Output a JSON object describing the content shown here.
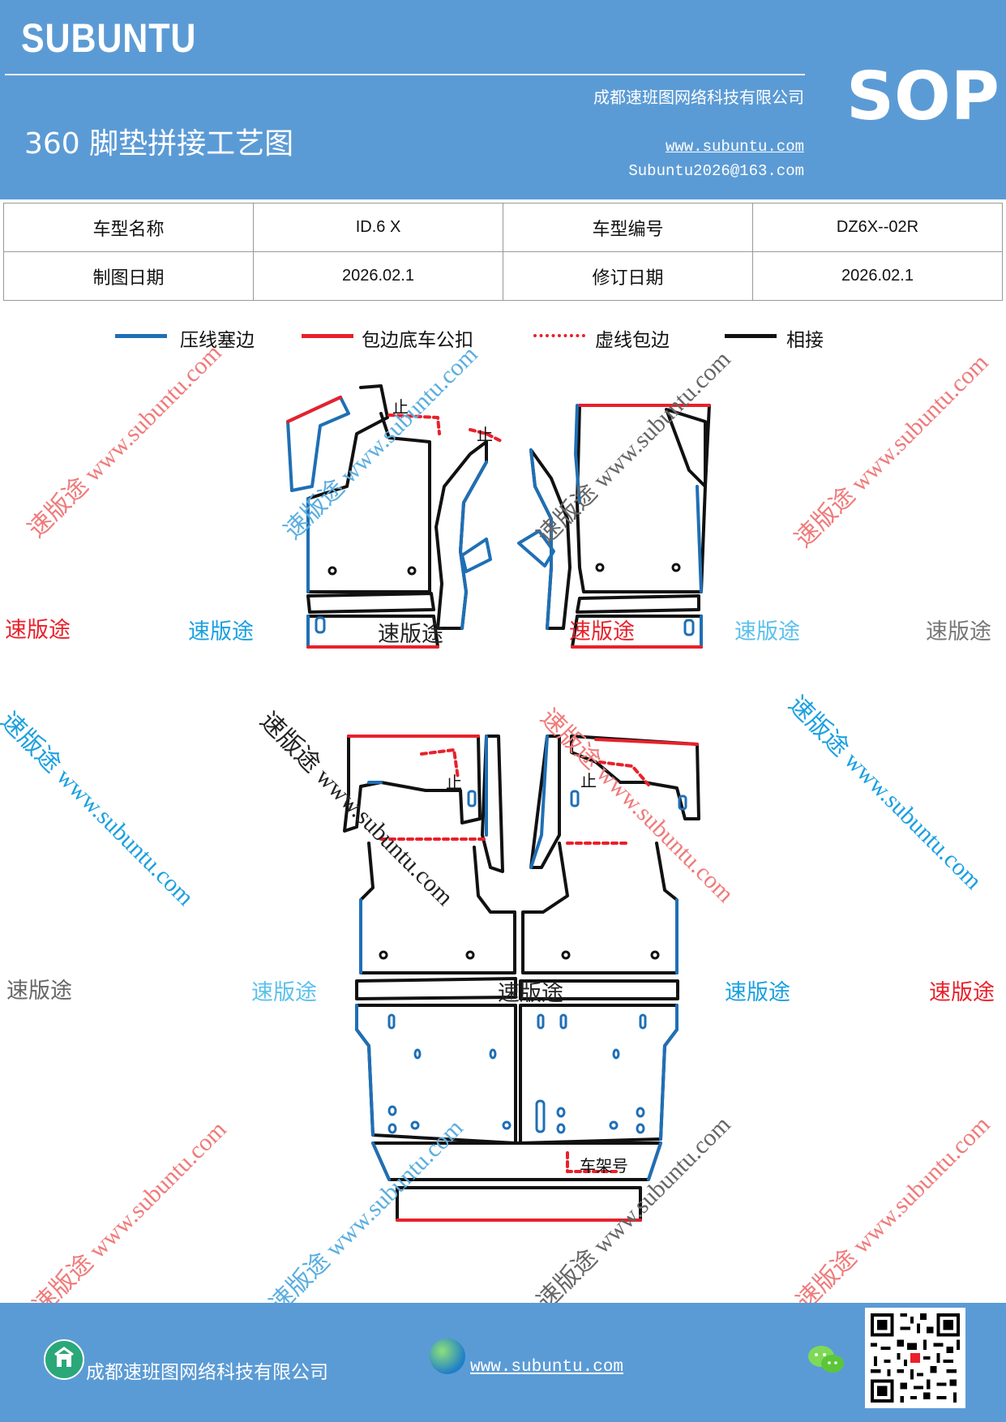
{
  "header": {
    "brand": "SUBUNTU",
    "company": "成都速班图网络科技有限公司",
    "title": "360 脚垫拼接工艺图",
    "website": "www.subuntu.com",
    "email": "Subuntu2026@163.com",
    "badge": "SOP"
  },
  "info_table": {
    "row1": {
      "label1": "车型名称",
      "value1": "ID.6 X",
      "label2": "车型编号",
      "value2": "DZ6X--02R"
    },
    "row2": {
      "label1": "制图日期",
      "value1": "2026.02.1",
      "label2": "修订日期",
      "value2": "2026.02.1"
    }
  },
  "legend": [
    {
      "label": "压线塞边",
      "color": "#1f6fb5",
      "style": "solid"
    },
    {
      "label": "包边底车公扣",
      "color": "#e8212b",
      "style": "solid"
    },
    {
      "label": "虚线包边",
      "color": "#e8212b",
      "style": "dotted"
    },
    {
      "label": "相接",
      "color": "#111111",
      "style": "solid"
    }
  ],
  "drawing_labels": {
    "stop1": "止",
    "stop2": "止",
    "stop3": "止",
    "stop4": "止",
    "vin": "车架号"
  },
  "watermarks": {
    "brand_cn": "速版途",
    "url_diag": "速版途 www.subuntu.com"
  },
  "footer": {
    "company": "成都速班图网络科技有限公司",
    "website": "www.subuntu.com"
  },
  "colors": {
    "header_bg": "#5b9bd5",
    "blue_line": "#1f6fb5",
    "red_line": "#e8212b",
    "black_line": "#111111"
  }
}
